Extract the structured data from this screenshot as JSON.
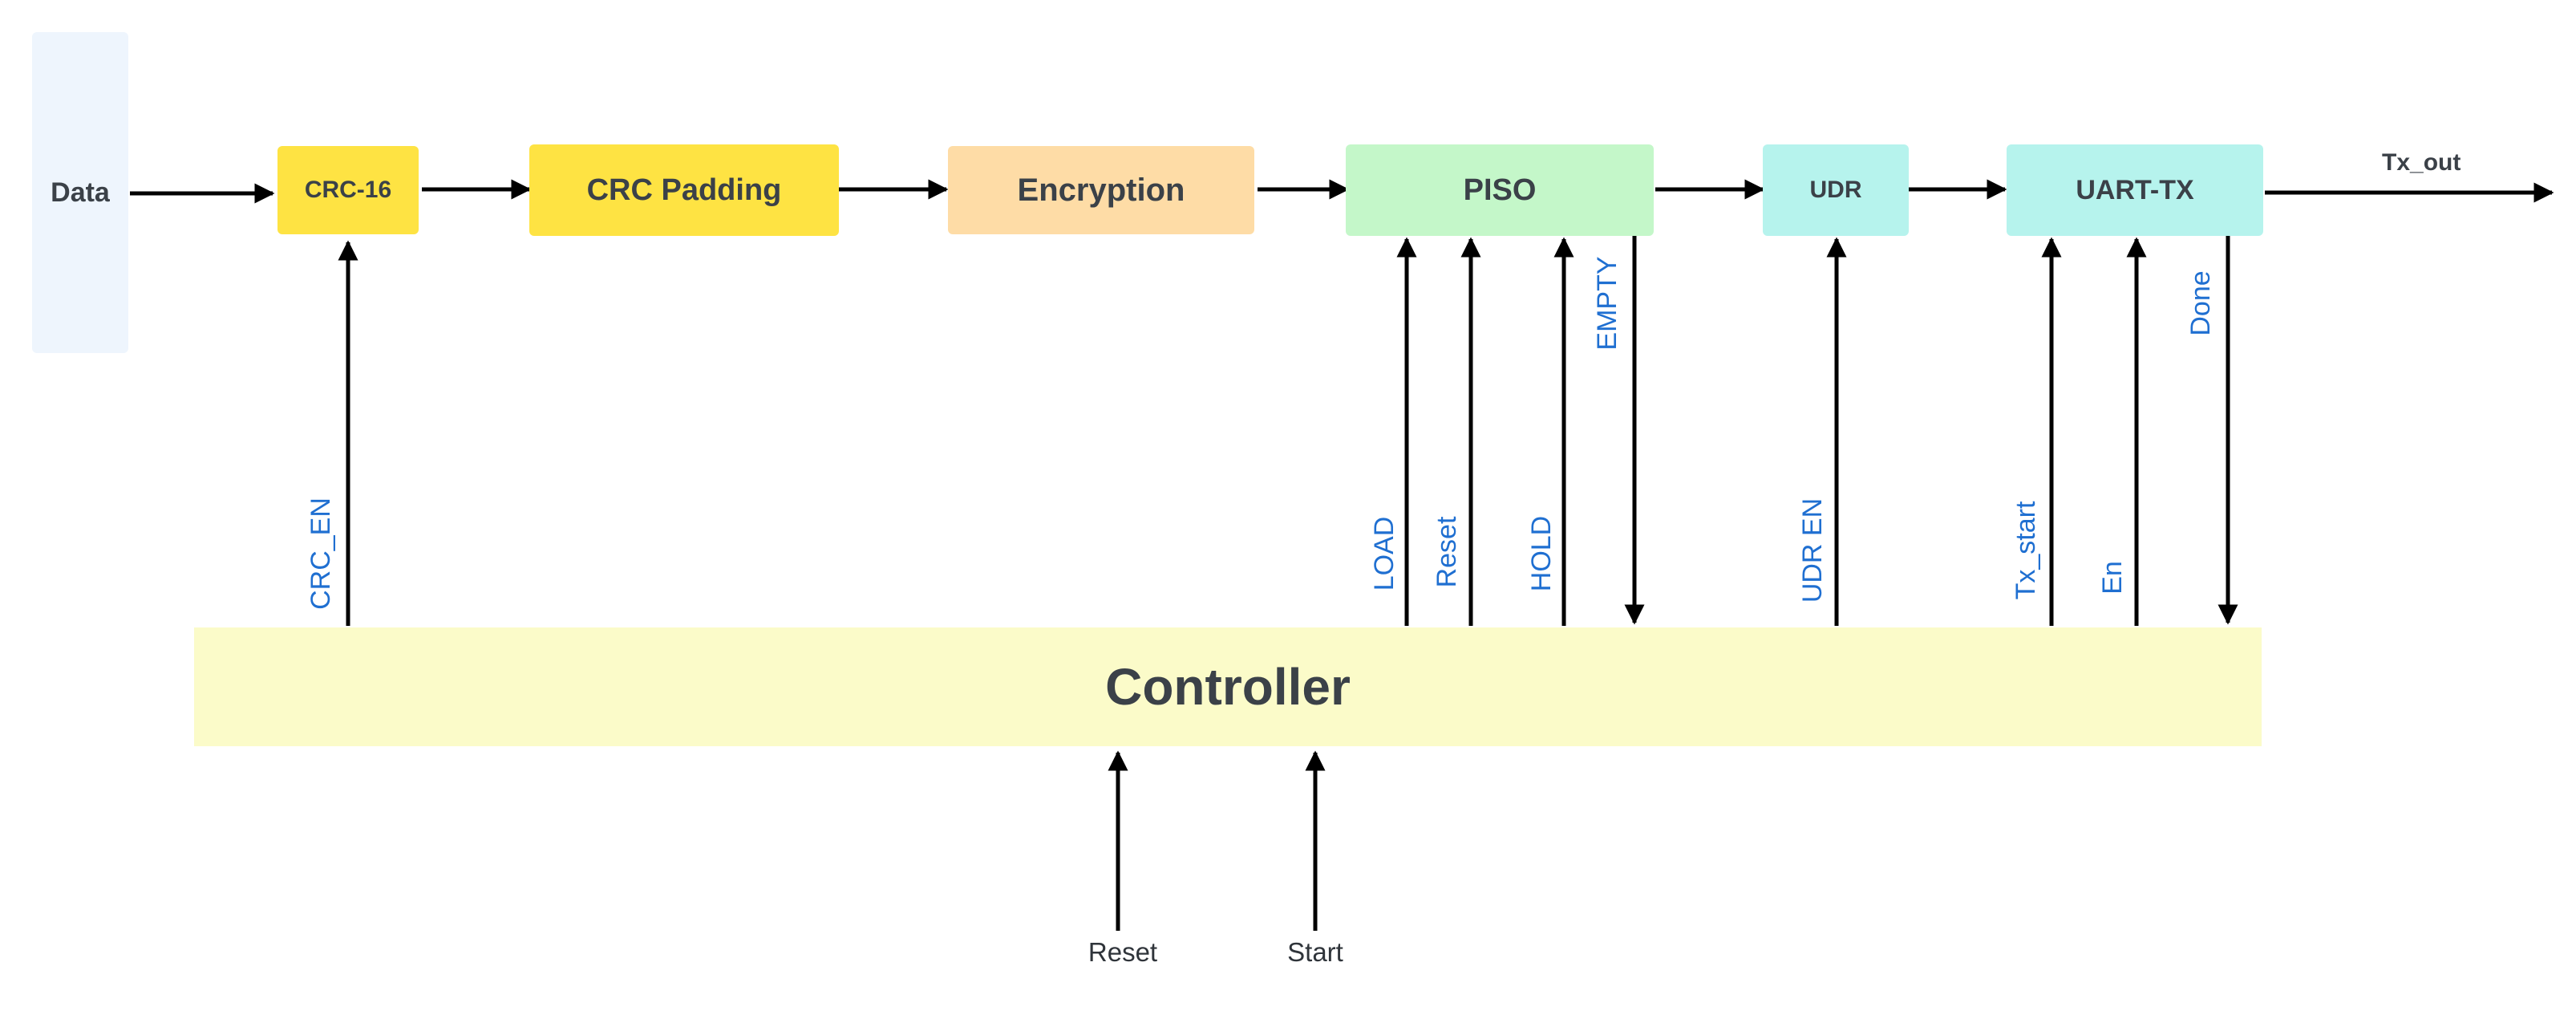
{
  "blocks": {
    "data": "Data",
    "crc16": "CRC-16",
    "crc_padding": "CRC Padding",
    "encryption": "Encryption",
    "piso": "PISO",
    "udr": "UDR",
    "uart_tx": "UART-TX",
    "controller": "Controller"
  },
  "signals": {
    "tx_out": "Tx_out",
    "crc_en": "CRC_EN",
    "load": "LOAD",
    "piso_reset": "Reset",
    "hold": "HOLD",
    "empty": "EMPTY",
    "udr_en": "UDR EN",
    "tx_start": "Tx_start",
    "en": "En",
    "done": "Done"
  },
  "inputs": {
    "reset": "Reset",
    "start": "Start"
  },
  "colors": {
    "data": "#eef5fd",
    "crc16": "#fee343",
    "crc_padding": "#fee343",
    "encryption": "#fedca6",
    "piso": "#c4f7c9",
    "udr": "#b6f3ed",
    "uart_tx": "#b6f3ed",
    "controller": "#fbfbc9",
    "signal_text": "#1f6fd1",
    "wire": "#000000"
  }
}
